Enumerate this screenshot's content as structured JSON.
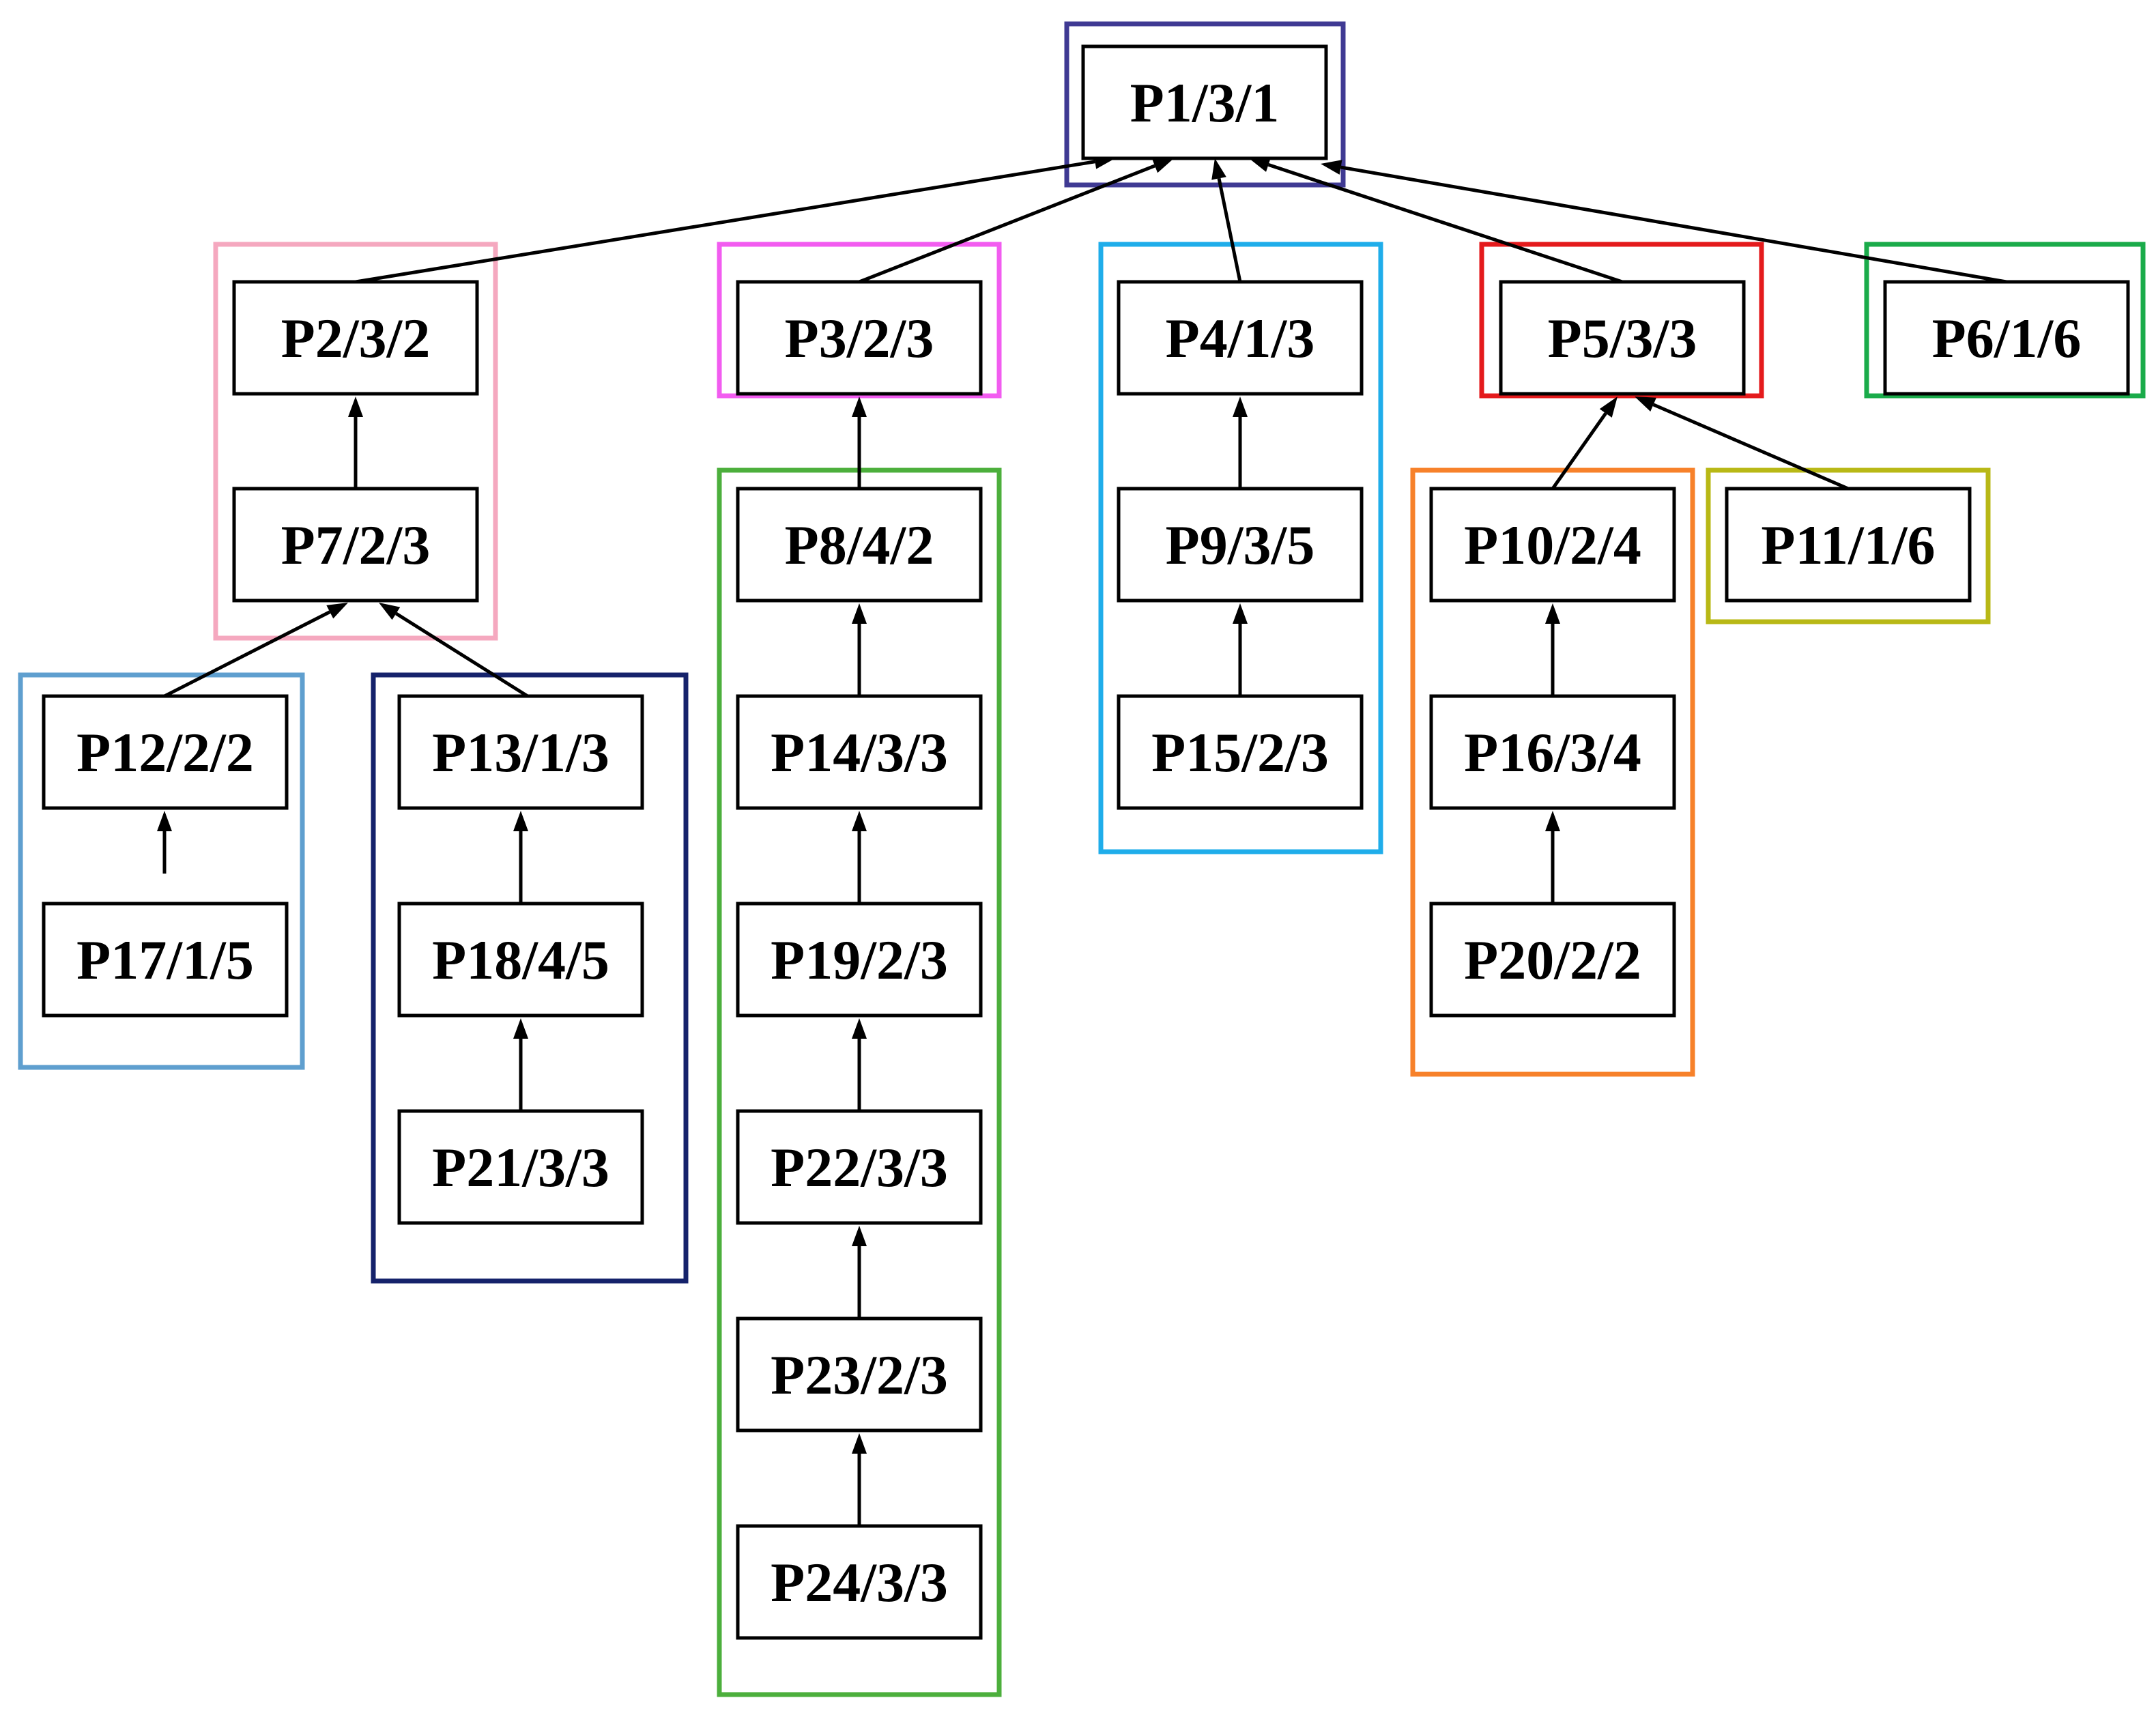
{
  "diagram": {
    "nodes": [
      {
        "id": "P1",
        "label": "P1/3/1"
      },
      {
        "id": "P2",
        "label": "P2/3/2"
      },
      {
        "id": "P3",
        "label": "P3/2/3"
      },
      {
        "id": "P4",
        "label": "P4/1/3"
      },
      {
        "id": "P5",
        "label": "P5/3/3"
      },
      {
        "id": "P6",
        "label": "P6/1/6"
      },
      {
        "id": "P7",
        "label": "P7/2/3"
      },
      {
        "id": "P8",
        "label": "P8/4/2"
      },
      {
        "id": "P9",
        "label": "P9/3/5"
      },
      {
        "id": "P10",
        "label": "P10/2/4"
      },
      {
        "id": "P11",
        "label": "P11/1/6"
      },
      {
        "id": "P12",
        "label": "P12/2/2"
      },
      {
        "id": "P13",
        "label": "P13/1/3"
      },
      {
        "id": "P14",
        "label": "P14/3/3"
      },
      {
        "id": "P15",
        "label": "P15/2/3"
      },
      {
        "id": "P16",
        "label": "P16/3/4"
      },
      {
        "id": "P17",
        "label": "P17/1/5"
      },
      {
        "id": "P18",
        "label": "P18/4/5"
      },
      {
        "id": "P19",
        "label": "P19/2/3"
      },
      {
        "id": "P20",
        "label": "P20/2/2"
      },
      {
        "id": "P21",
        "label": "P21/3/3"
      },
      {
        "id": "P22",
        "label": "P22/3/3"
      },
      {
        "id": "P23",
        "label": "P23/2/3"
      },
      {
        "id": "P24",
        "label": "P24/3/3"
      }
    ],
    "edges": [
      {
        "from": "P2",
        "to": "P1"
      },
      {
        "from": "P3",
        "to": "P1"
      },
      {
        "from": "P4",
        "to": "P1"
      },
      {
        "from": "P5",
        "to": "P1"
      },
      {
        "from": "P6",
        "to": "P1"
      },
      {
        "from": "P7",
        "to": "P2"
      },
      {
        "from": "P12",
        "to": "P7"
      },
      {
        "from": "P13",
        "to": "P7"
      },
      {
        "from": "P17",
        "to": "P12"
      },
      {
        "from": "P18",
        "to": "P13"
      },
      {
        "from": "P21",
        "to": "P18"
      },
      {
        "from": "P8",
        "to": "P3"
      },
      {
        "from": "P14",
        "to": "P8"
      },
      {
        "from": "P19",
        "to": "P14"
      },
      {
        "from": "P22",
        "to": "P19"
      },
      {
        "from": "P23",
        "to": "P22"
      },
      {
        "from": "P24",
        "to": "P23"
      },
      {
        "from": "P9",
        "to": "P4"
      },
      {
        "from": "P15",
        "to": "P9"
      },
      {
        "from": "P10",
        "to": "P5"
      },
      {
        "from": "P11",
        "to": "P5"
      },
      {
        "from": "P16",
        "to": "P10"
      },
      {
        "from": "P20",
        "to": "P16"
      }
    ],
    "groups": [
      {
        "members": [
          "P1"
        ],
        "color": "#3f3a93"
      },
      {
        "members": [
          "P2",
          "P7"
        ],
        "color": "#f5a8bf"
      },
      {
        "members": [
          "P3"
        ],
        "color": "#f25cf0"
      },
      {
        "members": [
          "P4",
          "P9",
          "P15"
        ],
        "color": "#1fadea"
      },
      {
        "members": [
          "P5"
        ],
        "color": "#e41a1c"
      },
      {
        "members": [
          "P6"
        ],
        "color": "#1aab4a"
      },
      {
        "members": [
          "P8",
          "P14",
          "P19",
          "P22",
          "P23",
          "P24"
        ],
        "color": "#4caf3c"
      },
      {
        "members": [
          "P10",
          "P16",
          "P20"
        ],
        "color": "#f7812a"
      },
      {
        "members": [
          "P11"
        ],
        "color": "#b8b816"
      },
      {
        "members": [
          "P12",
          "P17"
        ],
        "color": "#5f9fcf"
      },
      {
        "members": [
          "P13",
          "P18",
          "P21"
        ],
        "color": "#15226b"
      }
    ]
  }
}
